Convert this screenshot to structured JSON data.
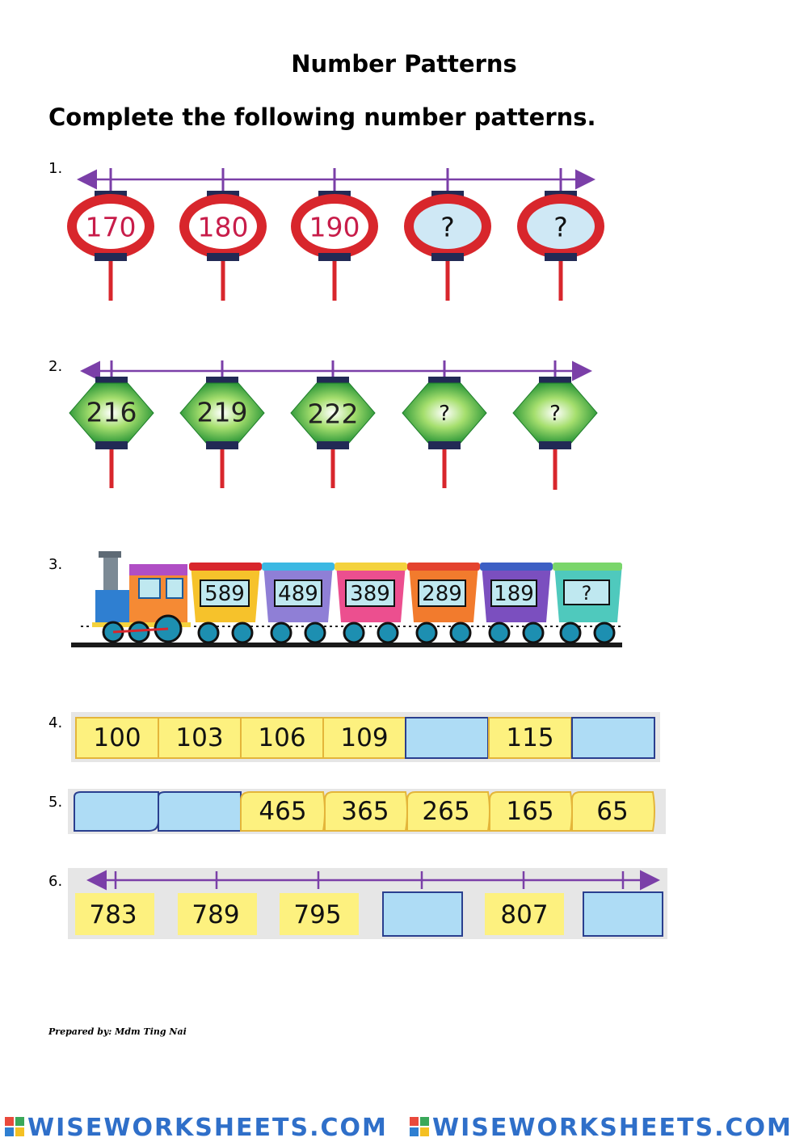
{
  "title": "Number Patterns",
  "instruction": "Complete the following number patterns.",
  "questions": [
    {
      "number": "1.",
      "items": [
        "170",
        "180",
        "190",
        "?",
        "?"
      ]
    },
    {
      "number": "2.",
      "items": [
        "216",
        "219",
        "222",
        "?",
        "?"
      ]
    },
    {
      "number": "3.",
      "items": [
        "589",
        "489",
        "389",
        "289",
        "189",
        "?"
      ]
    },
    {
      "number": "4.",
      "items": [
        "100",
        "103",
        "106",
        "109",
        "",
        "115",
        ""
      ]
    },
    {
      "number": "5.",
      "items": [
        "",
        "",
        "465",
        "365",
        "265",
        "165",
        "65"
      ]
    },
    {
      "number": "6.",
      "items": [
        "783",
        "789",
        "795",
        "",
        "807",
        ""
      ]
    }
  ],
  "footer": {
    "credit": "Prepared by: Mdm Ting Nai",
    "brand": "WISEWORKSHEETS.COM",
    "brand_icon": "wise-logo-icon"
  },
  "colors": {
    "arrow": "#7b3fa8",
    "lantern_red": "#d8262c",
    "lantern_green": "#2f9e3a",
    "blank_blue": "#aedcf5",
    "cell_yellow": "#fdf17f",
    "train_carriages": [
      "#f6c22b",
      "#8f7fd6",
      "#ec4f8f",
      "#f27b2d",
      "#7b4fbf",
      "#4fc9bd"
    ]
  }
}
